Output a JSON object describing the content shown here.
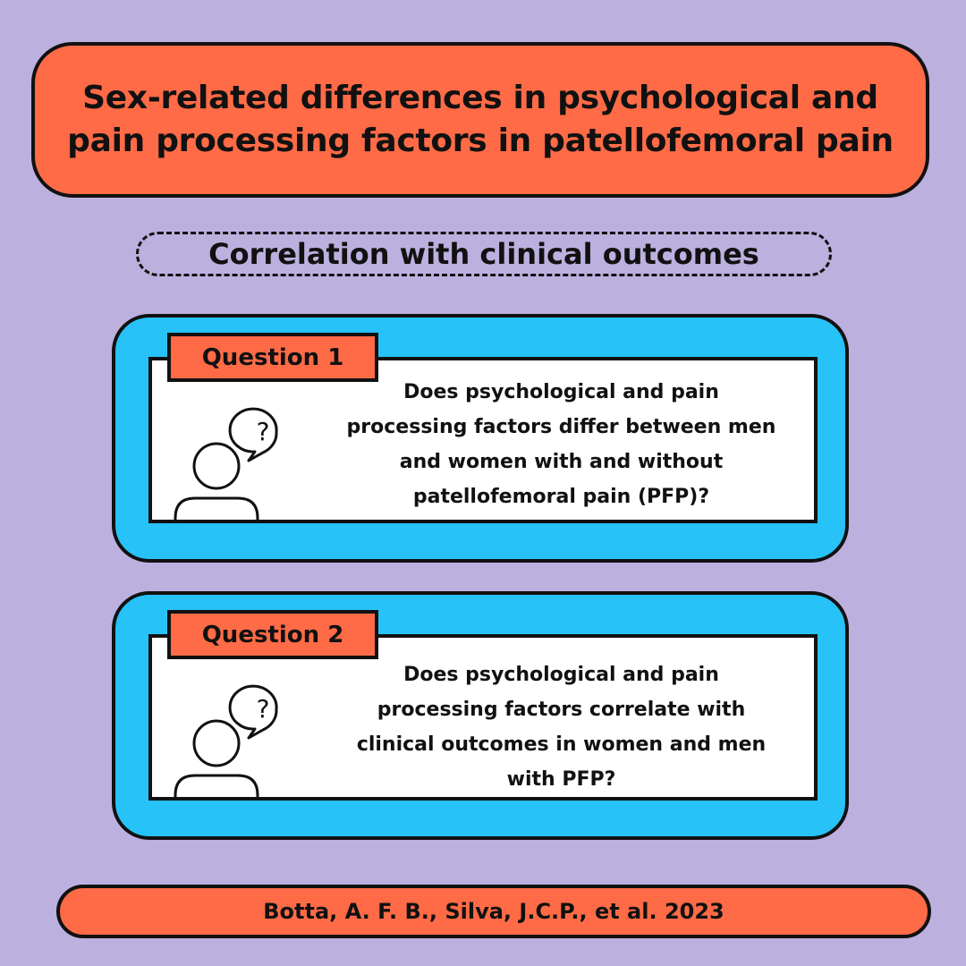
{
  "title": {
    "line1": "Sex-related differences in psychological and",
    "line2": "pain processing factors in patellofemoral pain"
  },
  "subtitle": "Correlation with clinical outcomes",
  "questions": [
    {
      "label": "Question 1",
      "lines": [
        "Does psychological and pain",
        "processing factors differ between men",
        "and women with and without",
        "patellofemoral pain (PFP)?"
      ],
      "icon": "person-thinking-icon"
    },
    {
      "label": "Question 2",
      "lines": [
        "Does psychological and pain",
        "processing factors correlate with",
        "clinical outcomes in women and men",
        "with PFP?"
      ],
      "icon": "person-thinking-icon"
    }
  ],
  "footer": "Botta, A. F. B., Silva, J.C.P., et al. 2023",
  "colors": {
    "background": "#bcb0df",
    "accent_orange": "#ff6b47",
    "accent_blue": "#27c2f7",
    "outline": "#111111"
  }
}
